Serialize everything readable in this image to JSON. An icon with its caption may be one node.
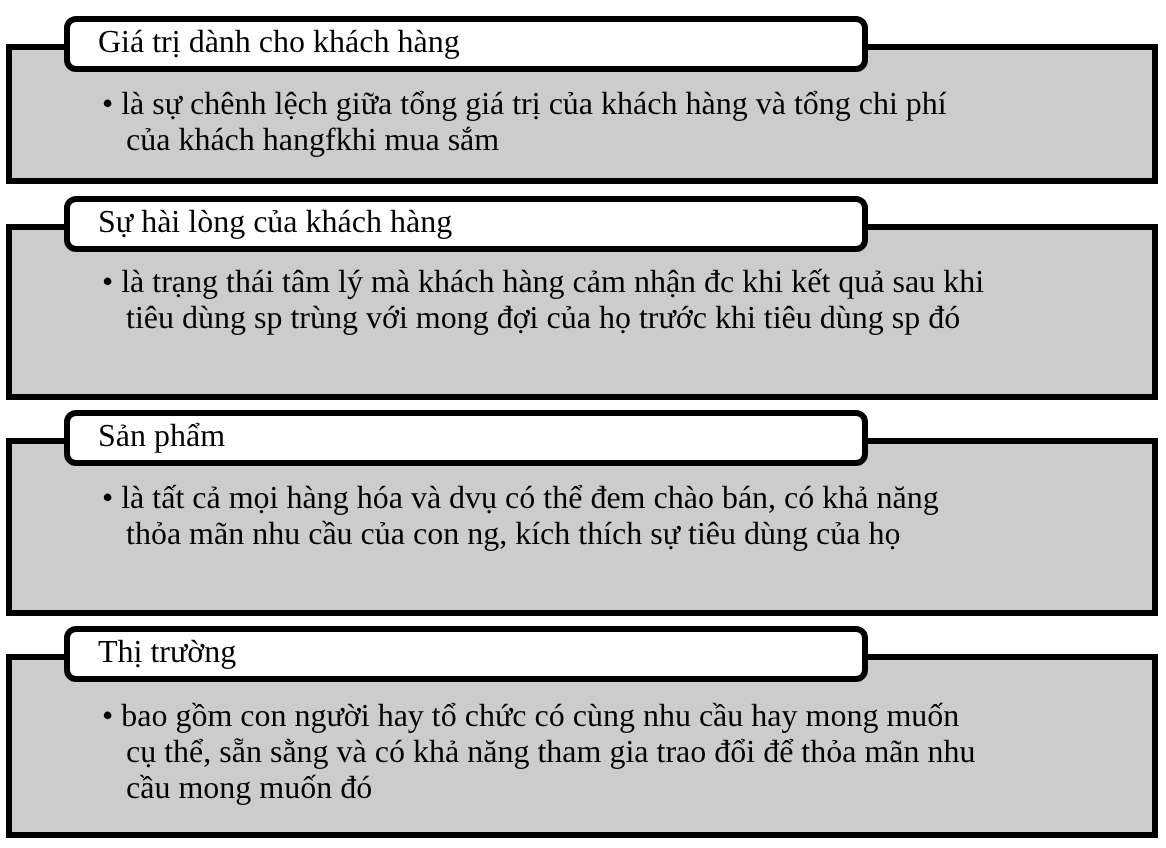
{
  "diagram": {
    "nodes": [
      {
        "text": [
          "Giá trị dành cho khách hàng",
          "• là sự chênh lệch giữa tổng giá trị của khách hàng và tổng chi phí của khách hangfkhi mua sắm"
        ]
      },
      {
        "text": [
          "Sự hài lòng của khách hàng",
          "• là trạng thái tâm lý mà khách hàng cảm nhận đc khi kết quả sau khi tiêu dùng sp trùng với mong đợi của họ trước khi tiêu dùng sp đó"
        ]
      },
      {
        "text": [
          "Sản phẩm",
          "• là tất cả mọi hàng hóa và dvụ có thể đem chào bán, có khả năng thỏa mãn nhu cầu của con ng, kích thích sự tiêu dùng của họ"
        ]
      },
      {
        "text": [
          "Thị trường",
          "• bao gồm con người hay tổ chức có cùng nhu cầu hay mong muốn cụ thể, sẵn sằng và có khả năng tham gia trao đổi để thỏa mãn nhu cầu mong muốn đó"
        ]
      }
    ]
  }
}
